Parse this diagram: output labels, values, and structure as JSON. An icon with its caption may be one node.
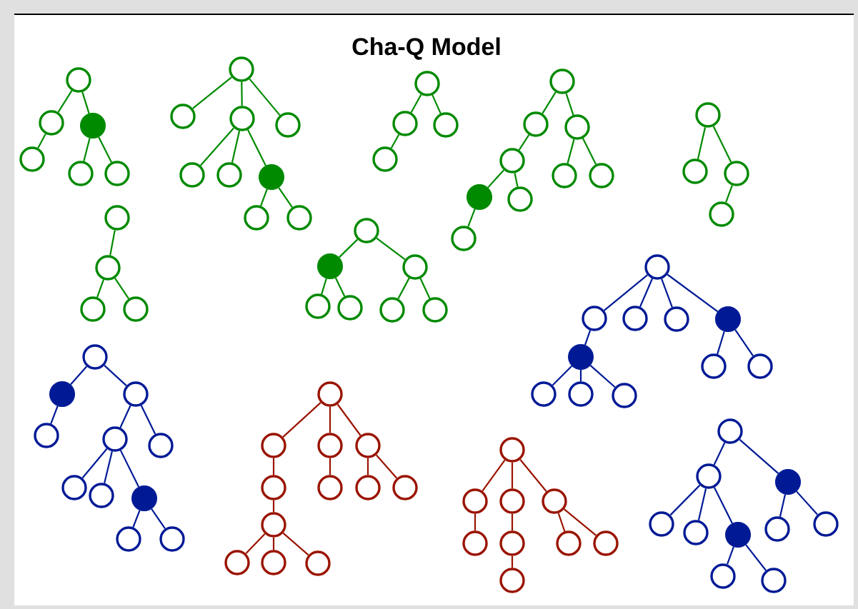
{
  "diagram": {
    "title": "Cha-Q Model",
    "nodes": [
      {
        "text": [],
        "shape": "circle"
      },
      {
        "text": [],
        "shape": "circle"
      },
      {
        "text": [],
        "shape": "dot"
      },
      {
        "text": [],
        "shape": "circle"
      },
      {
        "text": [],
        "shape": "circle"
      },
      {
        "text": [],
        "shape": "circle"
      },
      {
        "text": [],
        "shape": "circle"
      },
      {
        "text": [],
        "shape": "circle"
      },
      {
        "text": [],
        "shape": "circle"
      },
      {
        "text": [],
        "shape": "circle"
      },
      {
        "text": [],
        "shape": "circle"
      },
      {
        "text": [],
        "shape": "circle"
      },
      {
        "text": [],
        "shape": "dot"
      },
      {
        "text": [],
        "shape": "circle"
      },
      {
        "text": [],
        "shape": "circle"
      },
      {
        "text": [],
        "shape": "circle"
      },
      {
        "text": [],
        "shape": "circle"
      },
      {
        "text": [],
        "shape": "circle"
      },
      {
        "text": [],
        "shape": "circle"
      },
      {
        "text": [],
        "shape": "circle"
      },
      {
        "text": [],
        "shape": "circle"
      },
      {
        "text": [],
        "shape": "circle"
      },
      {
        "text": [],
        "shape": "circle"
      },
      {
        "text": [],
        "shape": "circle"
      },
      {
        "text": [],
        "shape": "circle"
      },
      {
        "text": [],
        "shape": "dot"
      },
      {
        "text": [],
        "shape": "circle"
      },
      {
        "text": [],
        "shape": "circle"
      },
      {
        "text": [],
        "shape": "circle"
      },
      {
        "text": [],
        "shape": "circle"
      },
      {
        "text": [],
        "shape": "circle"
      },
      {
        "text": [],
        "shape": "circle"
      },
      {
        "text": [],
        "shape": "circle"
      },
      {
        "text": [],
        "shape": "circle"
      },
      {
        "text": [],
        "shape": "circle"
      },
      {
        "text": [],
        "shape": "circle"
      },
      {
        "text": [],
        "shape": "circle"
      },
      {
        "text": [],
        "shape": "dot"
      },
      {
        "text": [],
        "shape": "circle"
      },
      {
        "text": [],
        "shape": "circle"
      },
      {
        "text": [],
        "shape": "circle"
      },
      {
        "text": [],
        "shape": "circle"
      },
      {
        "text": [],
        "shape": "circle"
      },
      {
        "text": [],
        "shape": "circle"
      },
      {
        "text": [],
        "shape": "circle"
      },
      {
        "text": [],
        "shape": "circle"
      },
      {
        "text": [],
        "shape": "circle"
      },
      {
        "text": [],
        "shape": "dot"
      },
      {
        "text": [],
        "shape": "dot"
      },
      {
        "text": [],
        "shape": "circle"
      },
      {
        "text": [],
        "shape": "circle"
      },
      {
        "text": [],
        "shape": "circle"
      },
      {
        "text": [],
        "shape": "circle"
      },
      {
        "text": [],
        "shape": "circle"
      },
      {
        "text": [],
        "shape": "circle"
      },
      {
        "text": [],
        "shape": "dot"
      },
      {
        "text": [],
        "shape": "circle"
      },
      {
        "text": [],
        "shape": "circle"
      },
      {
        "text": [],
        "shape": "circle"
      },
      {
        "text": [],
        "shape": "circle"
      },
      {
        "text": [],
        "shape": "circle"
      },
      {
        "text": [],
        "shape": "circle"
      },
      {
        "text": [],
        "shape": "dot"
      },
      {
        "text": [],
        "shape": "circle"
      },
      {
        "text": [],
        "shape": "circle"
      },
      {
        "text": [],
        "shape": "circle"
      },
      {
        "text": [],
        "shape": "circle"
      },
      {
        "text": [],
        "shape": "circle"
      },
      {
        "text": [],
        "shape": "circle"
      },
      {
        "text": [],
        "shape": "circle"
      },
      {
        "text": [],
        "shape": "circle"
      },
      {
        "text": [],
        "shape": "circle"
      },
      {
        "text": [],
        "shape": "circle"
      },
      {
        "text": [],
        "shape": "circle"
      },
      {
        "text": [],
        "shape": "circle"
      },
      {
        "text": [],
        "shape": "circle"
      },
      {
        "text": [],
        "shape": "circle"
      },
      {
        "text": [],
        "shape": "circle"
      },
      {
        "text": [],
        "shape": "circle"
      },
      {
        "text": [],
        "shape": "circle"
      },
      {
        "text": [],
        "shape": "circle"
      },
      {
        "text": [],
        "shape": "circle"
      },
      {
        "text": [],
        "shape": "circle"
      },
      {
        "text": [],
        "shape": "circle"
      },
      {
        "text": [],
        "shape": "circle"
      },
      {
        "text": [],
        "shape": "circle"
      },
      {
        "text": [],
        "shape": "circle"
      },
      {
        "text": [],
        "shape": "circle"
      },
      {
        "text": [],
        "shape": "dot"
      },
      {
        "text": [],
        "shape": "circle"
      },
      {
        "text": [],
        "shape": "circle"
      },
      {
        "text": [],
        "shape": "dot"
      },
      {
        "text": [],
        "shape": "circle"
      },
      {
        "text": [],
        "shape": "circle"
      },
      {
        "text": [],
        "shape": "circle"
      },
      {
        "text": [],
        "shape": "circle"
      }
    ],
    "edges": [
      {
        "from": 0,
        "to": 1,
        "arrow": "none"
      },
      {
        "from": 0,
        "to": 2,
        "arrow": "none"
      },
      {
        "from": 1,
        "to": 3,
        "arrow": "none"
      },
      {
        "from": 2,
        "to": 4,
        "arrow": "none"
      },
      {
        "from": 2,
        "to": 5,
        "arrow": "none"
      },
      {
        "from": 6,
        "to": 7,
        "arrow": "none"
      },
      {
        "from": 6,
        "to": 8,
        "arrow": "none"
      },
      {
        "from": 6,
        "to": 9,
        "arrow": "none"
      },
      {
        "from": 8,
        "to": 10,
        "arrow": "none"
      },
      {
        "from": 8,
        "to": 11,
        "arrow": "none"
      },
      {
        "from": 8,
        "to": 12,
        "arrow": "none"
      },
      {
        "from": 12,
        "to": 13,
        "arrow": "none"
      },
      {
        "from": 12,
        "to": 14,
        "arrow": "none"
      },
      {
        "from": 15,
        "to": 16,
        "arrow": "none"
      },
      {
        "from": 15,
        "to": 17,
        "arrow": "none"
      },
      {
        "from": 16,
        "to": 18,
        "arrow": "none"
      },
      {
        "from": 19,
        "to": 20,
        "arrow": "none"
      },
      {
        "from": 19,
        "to": 21,
        "arrow": "none"
      },
      {
        "from": 20,
        "to": 22,
        "arrow": "none"
      },
      {
        "from": 21,
        "to": 23,
        "arrow": "none"
      },
      {
        "from": 21,
        "to": 24,
        "arrow": "none"
      },
      {
        "from": 22,
        "to": 25,
        "arrow": "none"
      },
      {
        "from": 22,
        "to": 26,
        "arrow": "none"
      },
      {
        "from": 25,
        "to": 27,
        "arrow": "none"
      },
      {
        "from": 28,
        "to": 29,
        "arrow": "none"
      },
      {
        "from": 28,
        "to": 30,
        "arrow": "none"
      },
      {
        "from": 30,
        "to": 31,
        "arrow": "none"
      },
      {
        "from": 32,
        "to": 33,
        "arrow": "none"
      },
      {
        "from": 33,
        "to": 34,
        "arrow": "none"
      },
      {
        "from": 33,
        "to": 35,
        "arrow": "none"
      },
      {
        "from": 36,
        "to": 37,
        "arrow": "none"
      },
      {
        "from": 36,
        "to": 38,
        "arrow": "none"
      },
      {
        "from": 37,
        "to": 39,
        "arrow": "none"
      },
      {
        "from": 37,
        "to": 40,
        "arrow": "none"
      },
      {
        "from": 38,
        "to": 41,
        "arrow": "none"
      },
      {
        "from": 38,
        "to": 42,
        "arrow": "none"
      },
      {
        "from": 43,
        "to": 44,
        "arrow": "none",
        "color": "#001a96"
      },
      {
        "from": 43,
        "to": 45,
        "arrow": "none",
        "color": "#001a96"
      },
      {
        "from": 43,
        "to": 46,
        "arrow": "none",
        "color": "#001a96"
      },
      {
        "from": 43,
        "to": 47,
        "arrow": "none",
        "color": "#001a96"
      },
      {
        "from": 44,
        "to": 48,
        "arrow": "none",
        "color": "#001a96"
      },
      {
        "from": 47,
        "to": 49,
        "arrow": "none",
        "color": "#001a96"
      },
      {
        "from": 47,
        "to": 50,
        "arrow": "none",
        "color": "#001a96"
      },
      {
        "from": 48,
        "to": 51,
        "arrow": "none",
        "color": "#001a96"
      },
      {
        "from": 48,
        "to": 52,
        "arrow": "none",
        "color": "#001a96"
      },
      {
        "from": 48,
        "to": 53,
        "arrow": "none",
        "color": "#001a96"
      },
      {
        "from": 54,
        "to": 55,
        "arrow": "none",
        "color": "#001a96"
      },
      {
        "from": 54,
        "to": 56,
        "arrow": "none",
        "color": "#001a96"
      },
      {
        "from": 55,
        "to": 57,
        "arrow": "none",
        "color": "#001a96"
      },
      {
        "from": 56,
        "to": 58,
        "arrow": "none",
        "color": "#001a96"
      },
      {
        "from": 56,
        "to": 59,
        "arrow": "none",
        "color": "#001a96"
      },
      {
        "from": 58,
        "to": 60,
        "arrow": "none",
        "color": "#001a96"
      },
      {
        "from": 58,
        "to": 61,
        "arrow": "none",
        "color": "#001a96"
      },
      {
        "from": 58,
        "to": 62,
        "arrow": "none",
        "color": "#001a96"
      },
      {
        "from": 62,
        "to": 63,
        "arrow": "none",
        "color": "#001a96"
      },
      {
        "from": 62,
        "to": 64,
        "arrow": "none",
        "color": "#001a96"
      },
      {
        "from": 65,
        "to": 66,
        "arrow": "none",
        "color": "#9a1400"
      },
      {
        "from": 65,
        "to": 67,
        "arrow": "none",
        "color": "#9a1400"
      },
      {
        "from": 65,
        "to": 68,
        "arrow": "none",
        "color": "#9a1400"
      },
      {
        "from": 66,
        "to": 69,
        "arrow": "none",
        "color": "#9a1400"
      },
      {
        "from": 67,
        "to": 70,
        "arrow": "none",
        "color": "#9a1400"
      },
      {
        "from": 68,
        "to": 71,
        "arrow": "none",
        "color": "#9a1400"
      },
      {
        "from": 68,
        "to": 72,
        "arrow": "none",
        "color": "#9a1400"
      },
      {
        "from": 69,
        "to": 73,
        "arrow": "none",
        "color": "#9a1400"
      },
      {
        "from": 73,
        "to": 74,
        "arrow": "none",
        "color": "#9a1400"
      },
      {
        "from": 73,
        "to": 75,
        "arrow": "none",
        "color": "#9a1400"
      },
      {
        "from": 73,
        "to": 76,
        "arrow": "none",
        "color": "#9a1400"
      },
      {
        "from": 77,
        "to": 78,
        "arrow": "none",
        "color": "#9a1400"
      },
      {
        "from": 77,
        "to": 79,
        "arrow": "none",
        "color": "#9a1400"
      },
      {
        "from": 77,
        "to": 80,
        "arrow": "none",
        "color": "#9a1400"
      },
      {
        "from": 78,
        "to": 81,
        "arrow": "none",
        "color": "#9a1400"
      },
      {
        "from": 79,
        "to": 82,
        "arrow": "none",
        "color": "#9a1400"
      },
      {
        "from": 80,
        "to": 83,
        "arrow": "none",
        "color": "#9a1400"
      },
      {
        "from": 80,
        "to": 84,
        "arrow": "none",
        "color": "#9a1400"
      },
      {
        "from": 82,
        "to": 85,
        "arrow": "none",
        "color": "#9a1400"
      },
      {
        "from": 86,
        "to": 87,
        "arrow": "none",
        "color": "#001a96"
      },
      {
        "from": 86,
        "to": 88,
        "arrow": "none",
        "color": "#001a96"
      },
      {
        "from": 87,
        "to": 89,
        "arrow": "none",
        "color": "#001a96"
      },
      {
        "from": 87,
        "to": 90,
        "arrow": "none",
        "color": "#001a96"
      },
      {
        "from": 87,
        "to": 91,
        "arrow": "none",
        "color": "#001a96"
      },
      {
        "from": 88,
        "to": 92,
        "arrow": "none",
        "color": "#001a96"
      },
      {
        "from": 88,
        "to": 93,
        "arrow": "none",
        "color": "#001a96"
      },
      {
        "from": 91,
        "to": 94,
        "arrow": "none",
        "color": "#001a96"
      },
      {
        "from": 91,
        "to": 95,
        "arrow": "none",
        "color": "#001a96"
      }
    ]
  }
}
